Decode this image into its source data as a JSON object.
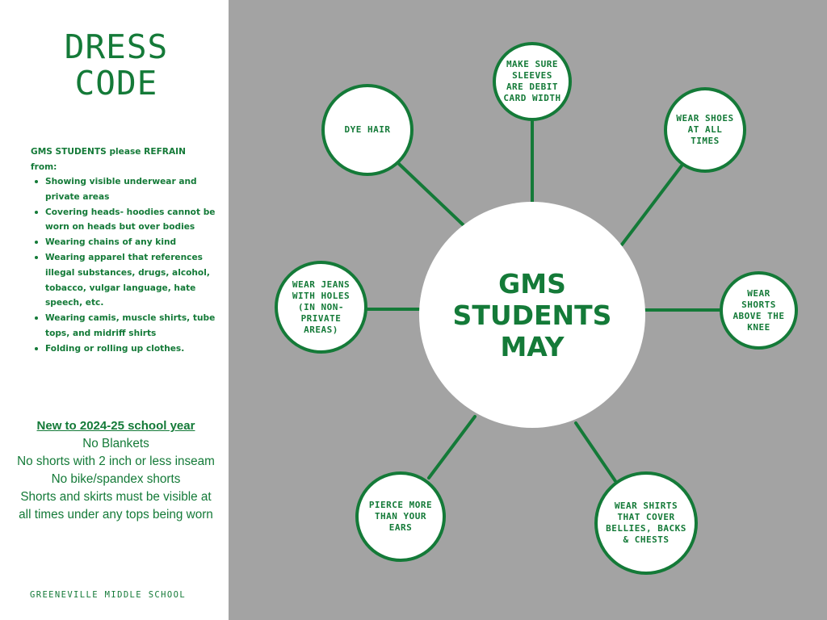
{
  "left": {
    "title_line1": "DRESS",
    "title_line2": "CODE",
    "intro": "GMS STUDENTS please REFRAIN from:",
    "rules": [
      "Showing visible underwear and private areas",
      "Covering heads- hoodies cannot be worn on heads but over bodies",
      "Wearing chains of any kind",
      "Wearing apparel that references illegal substances, drugs, alcohol, tobacco, vulgar language, hate speech, etc.",
      "Wearing camis, muscle shirts, tube tops, and midriff shirts",
      "Folding or rolling up clothes."
    ],
    "new_heading": "New to 2024-25 school year",
    "new_lines": [
      "No Blankets",
      "No shorts with 2 inch or less inseam",
      "No bike/spandex shorts",
      "Shorts and skirts must be visible at",
      "all times under any tops being worn"
    ],
    "footer": "GREENEVILLE MIDDLE SCHOOL"
  },
  "center": {
    "label": "GMS STUDENTS MAY"
  },
  "bubbles": {
    "dye_hair": "DYE HAIR",
    "sleeves": "MAKE SURE SLEEVES ARE DEBIT CARD WIDTH",
    "shoes": "WEAR SHOES AT ALL TIMES",
    "jeans": "WEAR JEANS WITH HOLES (IN NON-PRIVATE AREAS)",
    "shorts": "WEAR SHORTS ABOVE THE KNEE",
    "pierce": "PIERCE MORE THAN YOUR EARS",
    "shirts": "WEAR SHIRTS THAT COVER BELLIES, BACKS & CHESTS"
  },
  "colors": {
    "green": "#147a38",
    "gray": "#a3a3a3",
    "white": "#ffffff"
  }
}
